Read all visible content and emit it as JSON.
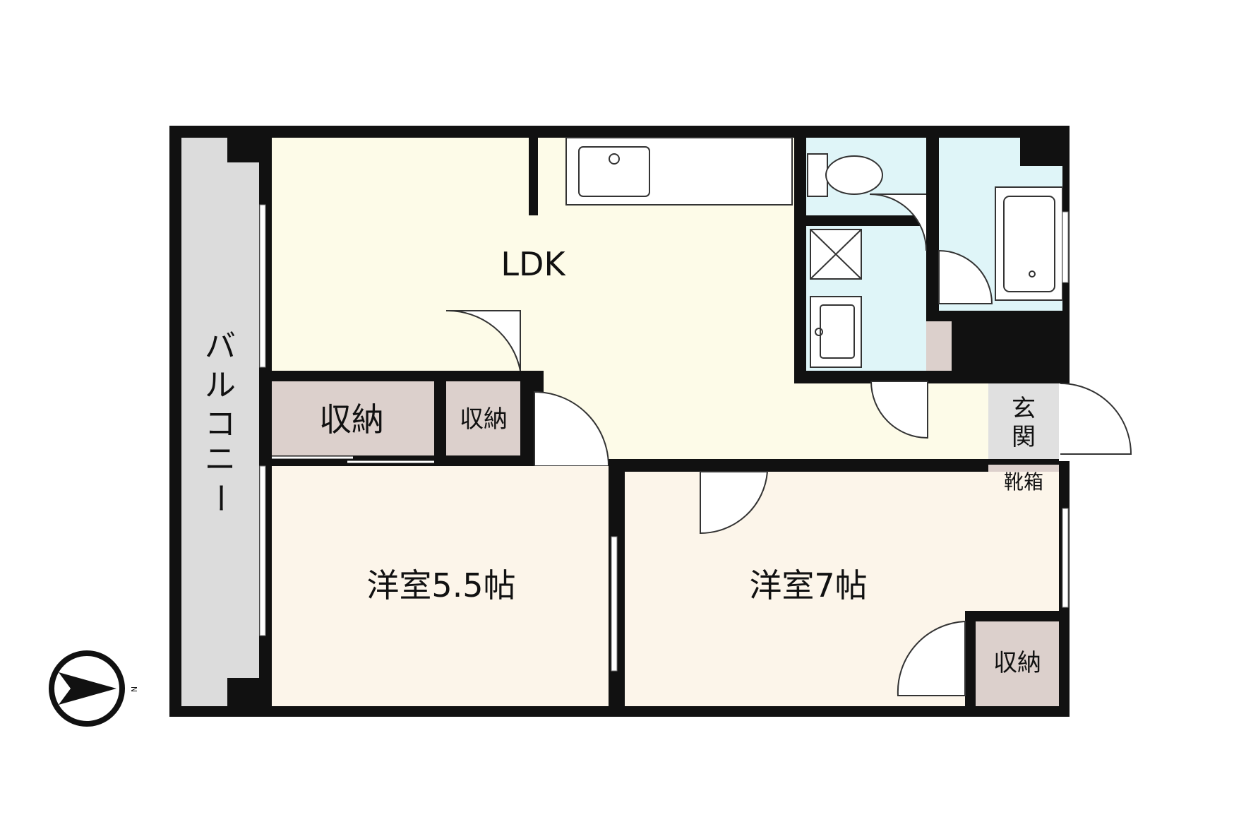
{
  "rooms": {
    "ldk": "LDK",
    "western_a": "洋室5.5帖",
    "western_b": "洋室7帖",
    "storage_main": "収納",
    "storage_small": "収納",
    "storage_bedroom": "収納",
    "entrance_line1": "玄",
    "entrance_line2": "関",
    "shoe_box": "靴箱",
    "balcony_chars": [
      "バ",
      "ル",
      "コ",
      "ニ",
      "ー"
    ]
  },
  "compass": {
    "north_label": "N"
  },
  "colors": {
    "wall": "#111111",
    "balcony": "#dcdcdc",
    "ldk": "#fdfbe8",
    "western": "#fcf5ea",
    "storage": "#dcd0cc",
    "wet_area": "#dff5f8",
    "entrance": "#e0e0e0"
  }
}
